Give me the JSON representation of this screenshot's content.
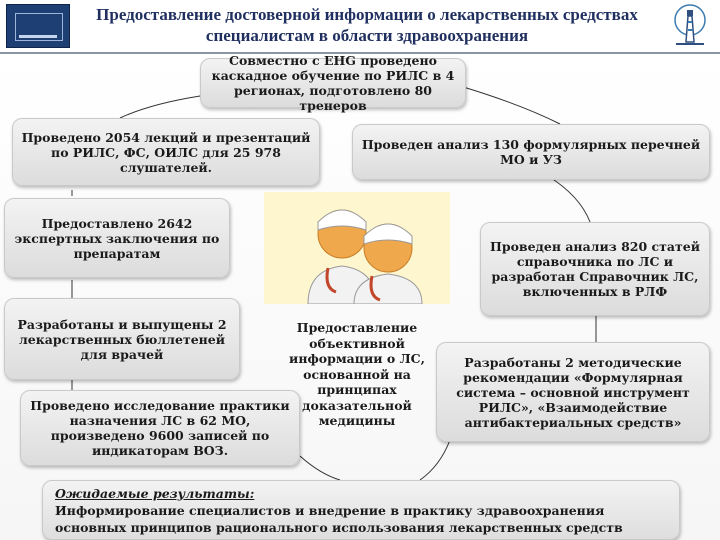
{
  "title": "Предоставление достоверной информации о лекарственных средствах специалистам в области здравоохранения",
  "boxes": {
    "top": "Совместно с EHG проведено каскадное обучение по РИЛС в 4 регионах, подготовлено 80 тренеров",
    "left1": "Проведено 2054 лекций и презентаций по РИЛС, ФС, ОИЛС для 25 978 слушателей.",
    "right1": "Проведен анализ 130 формулярных перечней МО и УЗ",
    "left2": "Предоставлено 2642 экспертных заключения по препаратам",
    "right2": "Проведен анализ 820 статей справочника по ЛС и разработан Справочник ЛС, включенных в РЛФ",
    "left3": "Разработаны и выпущены 2 лекарственных бюллетеней для врачей",
    "left4": "Проведено исследование практики назначения ЛС в 62 МО, произведено 9600 записей по индикаторам ВОЗ.",
    "right3": "Разработаны 2 методические рекомендации «Формулярная система – основной инструмент РИЛС», «Взаимодействие антибактериальных средств»"
  },
  "center": "Предоставление объективной информации о ЛС, основанной на принципах доказательной медицины",
  "results": {
    "heading": "Ожидаемые результаты:",
    "text": "Информирование специалистов и внедрение в практику здравоохранения основных принципов рационального использования лекарственных средств"
  },
  "colors": {
    "title": "#1f2f5f",
    "box_top": "#f3f3f3",
    "box_bottom": "#dcdcdc",
    "connector": "#333333"
  }
}
